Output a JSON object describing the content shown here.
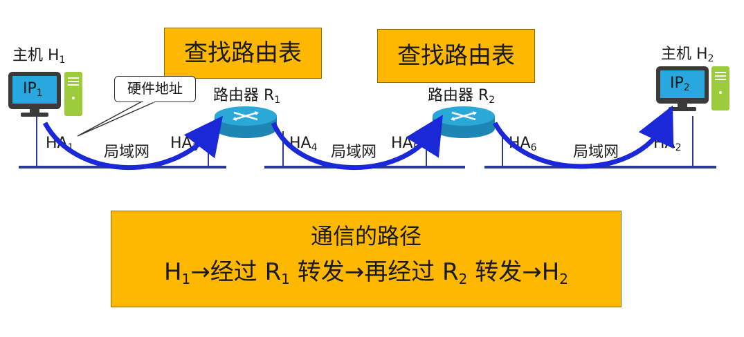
{
  "colors": {
    "accent_orange": "#ffb800",
    "network_line": "#2b3b8f",
    "arrow_blue": "#1a28d8",
    "monitor_screen": "#29a8e0",
    "router_blue": "#2aa8d8",
    "pc_tower": "#9ccc3c"
  },
  "lookup_boxes": [
    {
      "label": "查找路由表"
    },
    {
      "label": "查找路由表"
    }
  ],
  "hosts": [
    {
      "name": "主机 H",
      "sub": "1",
      "ip": "IP",
      "ip_sub": "1",
      "icon": "computer-icon"
    },
    {
      "name": "主机 H",
      "sub": "2",
      "ip": "IP",
      "ip_sub": "2",
      "icon": "computer-icon"
    }
  ],
  "routers": [
    {
      "name": "路由器 R",
      "sub": "1",
      "icon": "router-icon"
    },
    {
      "name": "路由器 R",
      "sub": "2",
      "icon": "router-icon"
    }
  ],
  "callout": {
    "label": "硬件地址"
  },
  "lans": [
    {
      "label": "局域网",
      "left": {
        "text": "HA",
        "sub": "1"
      },
      "right": {
        "text": "HA",
        "sub": "3"
      }
    },
    {
      "label": "局域网",
      "left": {
        "text": "HA",
        "sub": "4"
      },
      "right": {
        "text": "HA",
        "sub": "5"
      }
    },
    {
      "label": "局域网",
      "left": {
        "text": "HA",
        "sub": "6"
      },
      "right": {
        "text": "HA",
        "sub": "2"
      }
    }
  ],
  "path": {
    "title": "通信的路径",
    "h1": "H",
    "h1_sub": "1",
    "seg1": "→经过 R",
    "r1_sub": "1",
    "seg2": " 转发→再经过 R",
    "r2_sub": "2",
    "seg3": " 转发→H",
    "h2_sub": "2"
  }
}
